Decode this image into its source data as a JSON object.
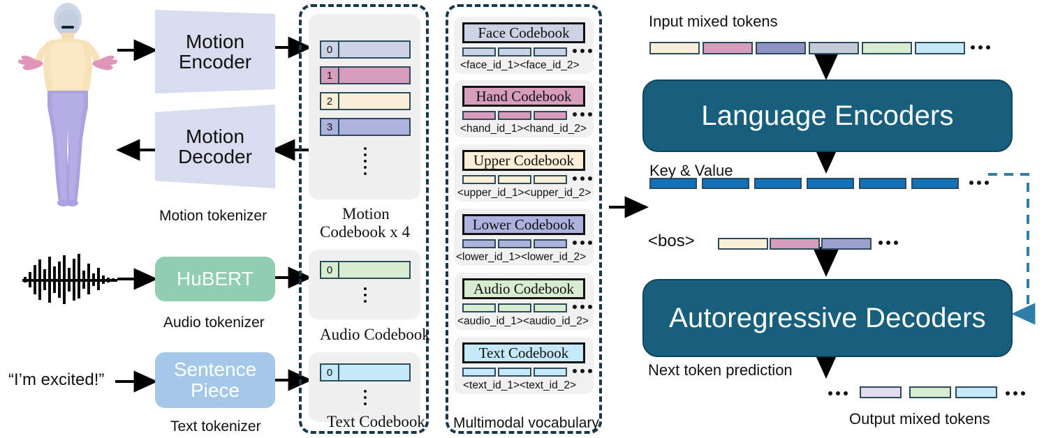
{
  "figure": {
    "title": "Multimodal motion-audio-text tokenization and autoregressive generation pipeline"
  },
  "left": {
    "text_input": "“I’m excited!”",
    "motion_encoder": "Motion\nEncoder",
    "motion_encoder_line1": "Motion",
    "motion_encoder_line2": "Encoder",
    "motion_decoder_line1": "Motion",
    "motion_decoder_line2": "Decoder",
    "motion_tokenizer_label": "Motion tokenizer",
    "hubert_label": "HuBERT",
    "audio_tokenizer_label": "Audio tokenizer",
    "sentence_piece_line1": "Sentence",
    "sentence_piece_line2": "Piece",
    "text_tokenizer_label": "Text tokenizer"
  },
  "codebooks": {
    "motion": {
      "caption_line1": "Motion",
      "caption_line2": "Codebook x 4",
      "rows": [
        {
          "index": "0",
          "color": "#ccd3e4"
        },
        {
          "index": "1",
          "color": "#d79dbc"
        },
        {
          "index": "2",
          "color": "#fcefd7"
        },
        {
          "index": "3",
          "color": "#aeb2df"
        }
      ]
    },
    "audio": {
      "caption": "Audio Codebook",
      "rows": [
        {
          "index": "0",
          "color": "#d8ecd0"
        }
      ]
    },
    "text": {
      "caption": "Text Codebook",
      "rows": [
        {
          "index": "0",
          "color": "#c6e9fa"
        }
      ]
    }
  },
  "vocabulary": {
    "caption": "Multimodal vocabulary",
    "entries": [
      {
        "title": "Face Codebook",
        "color": "#ccd3e4",
        "ids": "<face_id_1><face_id_2>"
      },
      {
        "title": "Hand Codebook",
        "color": "#d79dbc",
        "ids": "<hand_id_1><hand_id_2>"
      },
      {
        "title": "Upper Codebook",
        "color": "#fcefd7",
        "ids": "<upper_id_1><upper_id_2>"
      },
      {
        "title": "Lower Codebook",
        "color": "#aeb2df",
        "ids": "<lower_id_1><lower_id_2>"
      },
      {
        "title": "Audio Codebook",
        "color": "#d8ecd0",
        "ids": "<audio_id_1><audio_id_2>"
      },
      {
        "title": "Text Codebook",
        "color": "#c6e9fa",
        "ids": "<text_id_1><text_id_2>"
      }
    ]
  },
  "right": {
    "input_tokens_label": "Input mixed tokens",
    "input_tokens": [
      "#fcefd7",
      "#d79dbc",
      "#8e93c4",
      "#c3cad8",
      "#d8ecd0",
      "#c6e9fa"
    ],
    "language_encoders_label": "Language Encoders",
    "key_value_label": "Key & Value",
    "kv_tokens": [
      "#1271b8",
      "#1271b8",
      "#1271b8",
      "#1271b8",
      "#1271b8",
      "#1271b8"
    ],
    "bos_label": "<bos>",
    "bos_tokens": [
      "#fcefd7",
      "#d79dbc",
      "#9ca1cd"
    ],
    "autoregressive_decoders_label": "Autoregressive Decoders",
    "next_token_prediction_label": "Next token prediction",
    "output_tokens_label": "Output mixed tokens",
    "output_tokens": [
      "#e4dcec",
      "#d8ecd0",
      "#c6e9fa"
    ],
    "ellipsis": "•••"
  },
  "colors": {
    "teal_box": "#185e7d",
    "dashed_border": "#16394a",
    "kv_blue": "#1271b8",
    "feedback_dash": "#2e7fa8",
    "trapezoid": "#d7ddef",
    "hubert": "#8fcfb0",
    "sentence_piece": "#a5c8e8",
    "panel_grey": "#f0f0f0"
  }
}
